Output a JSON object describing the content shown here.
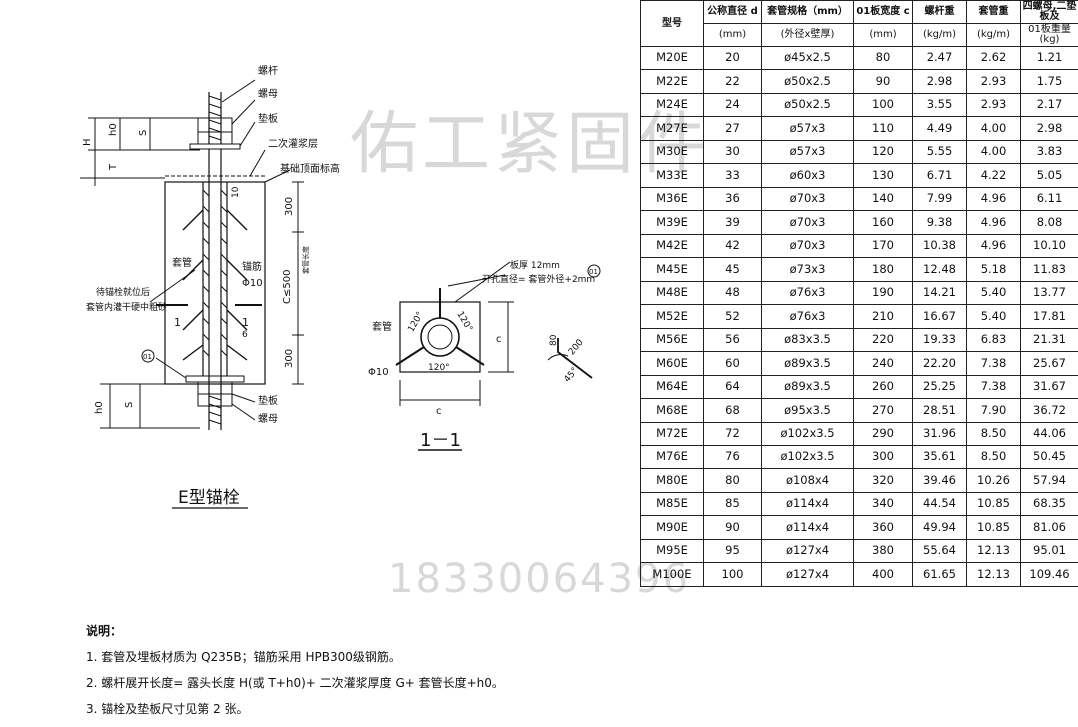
{
  "watermark": {
    "brand": "佑工紧固件",
    "phone": "18330064396"
  },
  "drawing": {
    "title": "E型锚栓",
    "section_title": "1－1",
    "labels": {
      "bolt": "螺杆",
      "nut_top": "螺母",
      "washer_top": "垫板",
      "grout_layer": "二次灌浆层",
      "foundation_top": "基础顶面标高",
      "sleeve": "套管",
      "rebar": "锚筋",
      "rebar_dia": "Φ10",
      "note_line1": "待锚栓就位后",
      "note_line2": "套管内灌干硬中粗砂",
      "washer_bottom": "垫板",
      "nut_bottom": "螺母",
      "dim_h": "H",
      "dim_h0": "h0",
      "dim_s": "S",
      "dim_t": "T",
      "dim_h0_bottom": "h0",
      "dim_s_bottom": "S",
      "dim_300_top": "300",
      "dim_c500": "C≤500",
      "dim_c500_sub": "套管长度",
      "dim_300_bottom": "300",
      "dim_10": "10",
      "mark_6": "6",
      "mark_1a": "1",
      "mark_1b": "1",
      "plate_mark": "01",
      "plate_thk": "板厚 12mm",
      "hole_dia": "开孔直径= 套管外径+2mm",
      "sec_sleeve": "套管",
      "sec_phi10": "Φ10",
      "angle_120a": "120°",
      "angle_120b": "120°",
      "angle_120c": "120°",
      "dim_c_right": "c",
      "dim_c_bottom": "c",
      "bend_80": "80",
      "bend_200": "200",
      "bend_45": "45°"
    }
  },
  "table": {
    "headers": [
      "型号",
      "公称直径 d",
      "套管规格（mm）",
      "01板宽度 c",
      "螺杆重",
      "套管重",
      "四螺母,二垫板及"
    ],
    "subheaders": [
      "",
      "(mm)",
      "(外径x壁厚)",
      "(mm)",
      "(kg/m)",
      "(kg/m)",
      "01板重量(kg)"
    ],
    "rows": [
      [
        "M20E",
        "20",
        "ø45x2.5",
        "80",
        "2.47",
        "2.62",
        "1.21"
      ],
      [
        "M22E",
        "22",
        "ø50x2.5",
        "90",
        "2.98",
        "2.93",
        "1.75"
      ],
      [
        "M24E",
        "24",
        "ø50x2.5",
        "100",
        "3.55",
        "2.93",
        "2.17"
      ],
      [
        "M27E",
        "27",
        "ø57x3",
        "110",
        "4.49",
        "4.00",
        "2.98"
      ],
      [
        "M30E",
        "30",
        "ø57x3",
        "120",
        "5.55",
        "4.00",
        "3.83"
      ],
      [
        "M33E",
        "33",
        "ø60x3",
        "130",
        "6.71",
        "4.22",
        "5.05"
      ],
      [
        "M36E",
        "36",
        "ø70x3",
        "140",
        "7.99",
        "4.96",
        "6.11"
      ],
      [
        "M39E",
        "39",
        "ø70x3",
        "160",
        "9.38",
        "4.96",
        "8.08"
      ],
      [
        "M42E",
        "42",
        "ø70x3",
        "170",
        "10.38",
        "4.96",
        "10.10"
      ],
      [
        "M45E",
        "45",
        "ø73x3",
        "180",
        "12.48",
        "5.18",
        "11.83"
      ],
      [
        "M48E",
        "48",
        "ø76x3",
        "190",
        "14.21",
        "5.40",
        "13.77"
      ],
      [
        "M52E",
        "52",
        "ø76x3",
        "210",
        "16.67",
        "5.40",
        "17.81"
      ],
      [
        "M56E",
        "56",
        "ø83x3.5",
        "220",
        "19.33",
        "6.83",
        "21.31"
      ],
      [
        "M60E",
        "60",
        "ø89x3.5",
        "240",
        "22.20",
        "7.38",
        "25.67"
      ],
      [
        "M64E",
        "64",
        "ø89x3.5",
        "260",
        "25.25",
        "7.38",
        "31.67"
      ],
      [
        "M68E",
        "68",
        "ø95x3.5",
        "270",
        "28.51",
        "7.90",
        "36.72"
      ],
      [
        "M72E",
        "72",
        "ø102x3.5",
        "290",
        "31.96",
        "8.50",
        "44.06"
      ],
      [
        "M76E",
        "76",
        "ø102x3.5",
        "300",
        "35.61",
        "8.50",
        "50.45"
      ],
      [
        "M80E",
        "80",
        "ø108x4",
        "320",
        "39.46",
        "10.26",
        "57.94"
      ],
      [
        "M85E",
        "85",
        "ø114x4",
        "340",
        "44.54",
        "10.85",
        "68.35"
      ],
      [
        "M90E",
        "90",
        "ø114x4",
        "360",
        "49.94",
        "10.85",
        "81.06"
      ],
      [
        "M95E",
        "95",
        "ø127x4",
        "380",
        "55.64",
        "12.13",
        "95.01"
      ],
      [
        "M100E",
        "100",
        "ø127x4",
        "400",
        "61.65",
        "12.13",
        "109.46"
      ]
    ]
  },
  "notes": {
    "title": "说明：",
    "items": [
      "1. 套管及埋板材质为 Q235B；锚筋采用 HPB300级钢筋。",
      "2. 螺杆展开长度= 露头长度 H(或 T+h0)+ 二次灌浆厚度 G+ 套管长度+h0。",
      "3. 锚栓及垫板尺寸见第 2 张。"
    ]
  }
}
